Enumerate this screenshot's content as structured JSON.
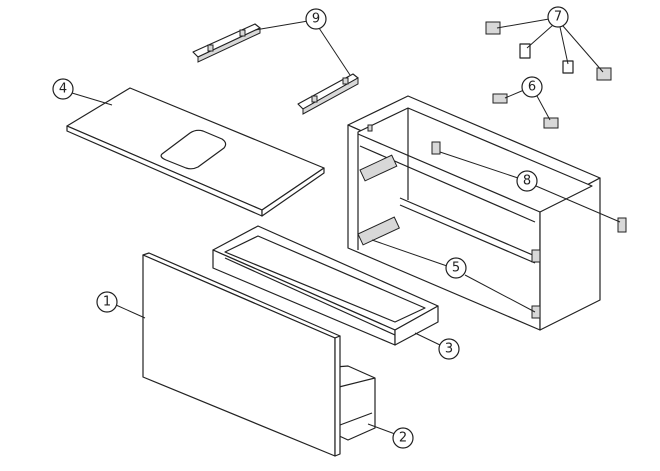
{
  "diagram": {
    "type": "exploded-assembly-view",
    "callouts": [
      {
        "id": "1",
        "part": "front-panel"
      },
      {
        "id": "2",
        "part": "lower-drawer"
      },
      {
        "id": "3",
        "part": "upper-drawer"
      },
      {
        "id": "4",
        "part": "countertop"
      },
      {
        "id": "5",
        "part": "drawer-runners"
      },
      {
        "id": "6",
        "part": "hinge-clips"
      },
      {
        "id": "7",
        "part": "wall-brackets"
      },
      {
        "id": "8",
        "part": "cabinet-fittings"
      },
      {
        "id": "9",
        "part": "support-rails"
      }
    ]
  }
}
